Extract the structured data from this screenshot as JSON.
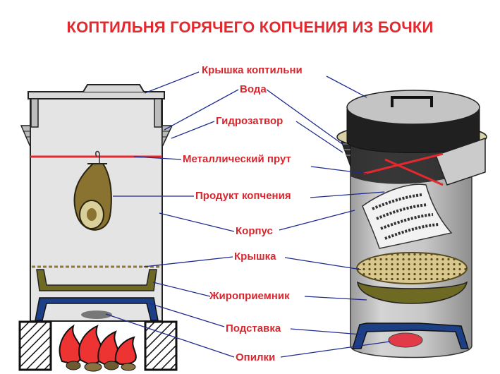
{
  "title": "КОПТИЛЬНЯ ГОРЯЧЕГО КОПЧЕНИЯ ИЗ БОЧКИ",
  "labels": {
    "lid": "Крышка коптильни",
    "water": "Вода",
    "water_seal": "Гидрозатвор",
    "metal_rod": "Металлический прут",
    "product": "Продукт копчения",
    "body": "Корпус",
    "cover": "Крышка",
    "fat_tray": "Жироприемник",
    "stand": "Подставка",
    "sawdust": "Опилки"
  },
  "colors": {
    "label_text": "#d8262e",
    "leader_lines": "#1f2c8f",
    "rod": "#e3282e",
    "fat_tray": "#6e6a24",
    "stand": "#1d3f86",
    "fire": "#ee3333",
    "barrel_dark": "#262626",
    "barrel_light": "#c9c9c9"
  }
}
